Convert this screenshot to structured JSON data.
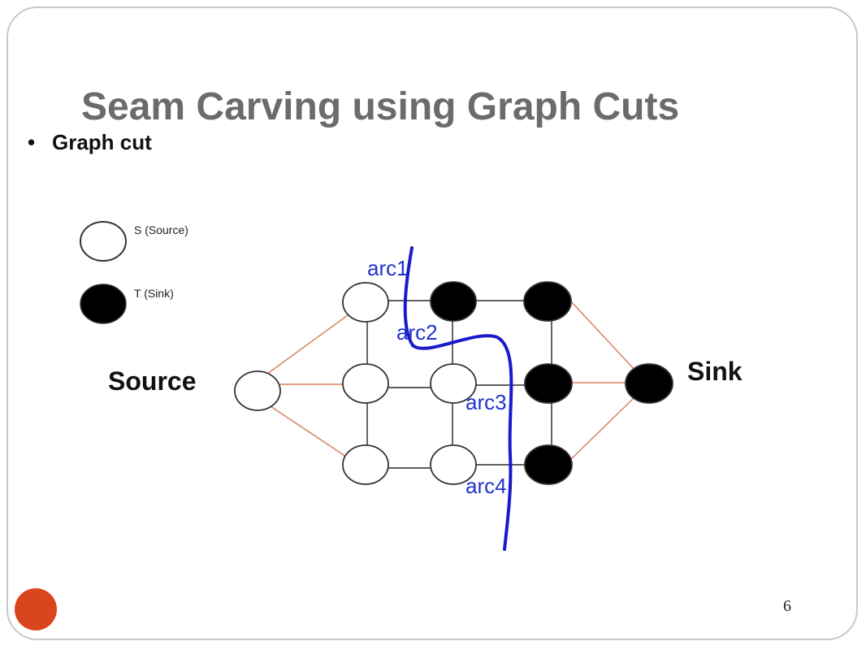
{
  "slide": {
    "title": "Seam Carving using Graph Cuts",
    "bullet": "Graph cut",
    "page_number": "6"
  },
  "legend": {
    "source_label": "S (Source)",
    "sink_label": "T (Sink)"
  },
  "diagram": {
    "source_label": "Source",
    "sink_label": "Sink",
    "arc_labels": [
      "arc1",
      "arc2",
      "arc3",
      "arc4"
    ]
  },
  "colors": {
    "title": "#6b6b6b",
    "arc_label": "#2233cc",
    "cut_line": "#1a1acc",
    "terminal_edge": "#d9805f",
    "corner_circle": "#d9461e",
    "node_black": "#000000",
    "node_white": "#ffffff"
  }
}
